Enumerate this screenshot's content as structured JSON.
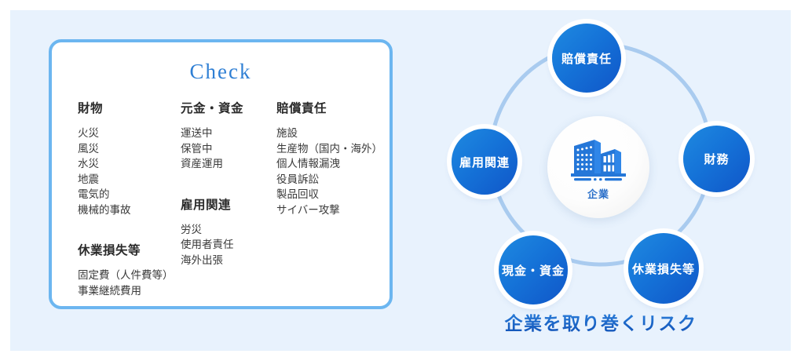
{
  "check_panel": {
    "title": "Check",
    "columns": [
      {
        "groups": [
          {
            "heading": "財物",
            "items": [
              "火災",
              "風災",
              "水災",
              "地震",
              "電気的",
              "機械的事故"
            ]
          },
          {
            "heading": "休業損失等",
            "items": [
              "固定費（人件費等）",
              "事業継続費用"
            ]
          }
        ]
      },
      {
        "groups": [
          {
            "heading": "元金・資金",
            "items": [
              "運送中",
              "保管中",
              "資産運用"
            ]
          },
          {
            "heading": "雇用関連",
            "items": [
              "労災",
              "使用者責任",
              "海外出張"
            ]
          }
        ]
      },
      {
        "groups": [
          {
            "heading": "賠償責任",
            "items": [
              "施設",
              "生産物（国内・海外）",
              "個人情報漏洩",
              "役員訴訟",
              "製品回収",
              "サイバー攻撃"
            ]
          }
        ]
      }
    ]
  },
  "diagram": {
    "center_label": "企業",
    "center_icon": "office-building-icon",
    "caption": "企業を取り巻くリスク",
    "nodes": [
      {
        "id": "liability",
        "label": "賠償責任",
        "position": "top"
      },
      {
        "id": "finance",
        "label": "財務",
        "position": "right"
      },
      {
        "id": "employment",
        "label": "雇用関連",
        "position": "left"
      },
      {
        "id": "cash",
        "label": "現金・資金",
        "position": "bottom-left"
      },
      {
        "id": "business-interruption",
        "label": "休業損失等",
        "position": "bottom-right"
      }
    ]
  },
  "colors": {
    "page_background": "#e8f2fd",
    "card_border": "#6cb6f0",
    "accent_blue": "#1573d8",
    "title_blue": "#2f7fd4",
    "highlight": "#d3e6fb",
    "ring": "#a9cbef",
    "caption_blue": "#1a63c4"
  }
}
